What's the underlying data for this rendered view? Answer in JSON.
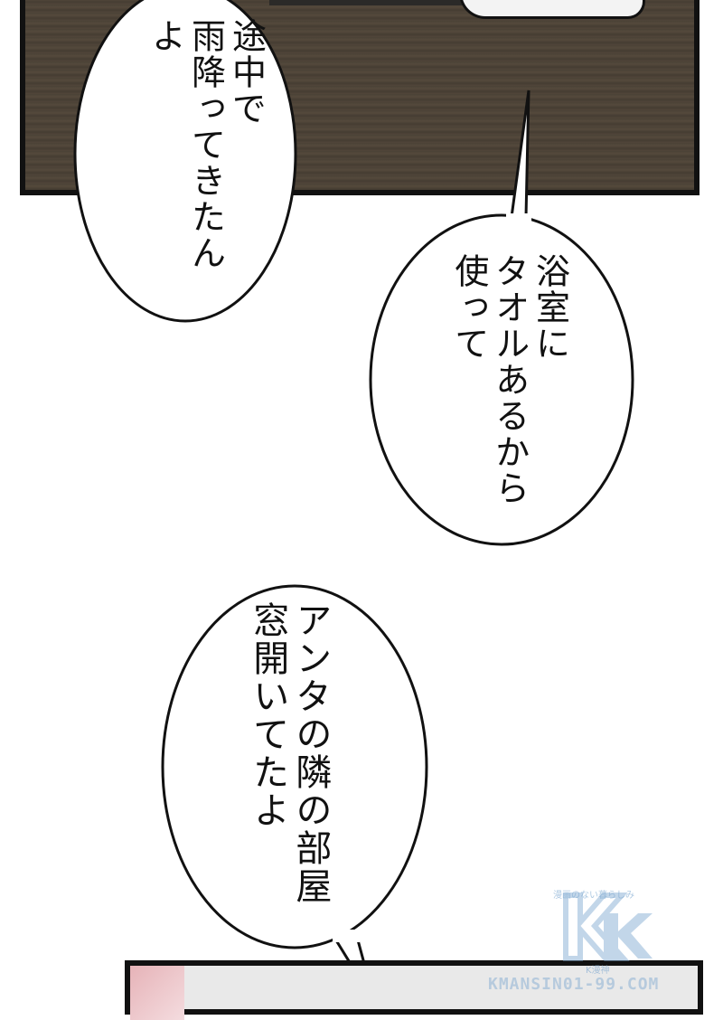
{
  "bubbles": [
    {
      "id": "rain",
      "lines": [
        "途中で",
        "雨降ってきたんよ"
      ]
    },
    {
      "id": "towel",
      "lines": [
        "浴室に",
        "タオルあるから",
        "使って"
      ]
    },
    {
      "id": "window",
      "lines": [
        "アンタの隣の部屋",
        "窓開いてたよ"
      ]
    }
  ],
  "watermark": {
    "tagline": "漫画のない暮らしみ",
    "sub": "K漫神",
    "site": "KMANSIN01-99.COM"
  },
  "colors": {
    "floor": "#4a4236",
    "border": "#111111",
    "watermark": "#7aa6cf"
  }
}
